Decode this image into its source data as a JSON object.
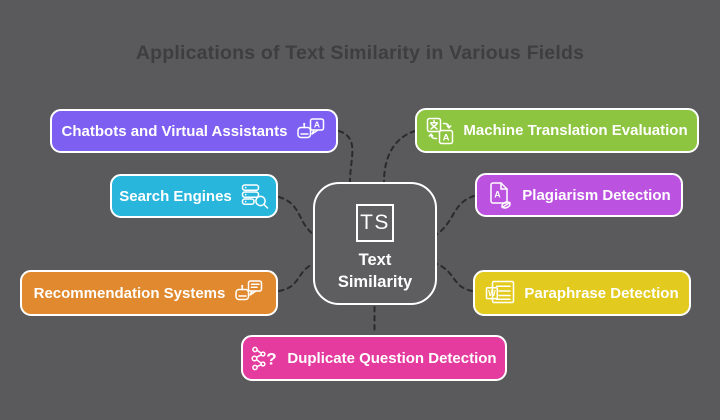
{
  "title": "Applications of Text Similarity in Various Fields",
  "center_node": {
    "badge": "TS",
    "label_line1": "Text",
    "label_line2": "Similarity"
  },
  "nodes": [
    {
      "id": "chatbots",
      "label": "Chatbots and Virtual Assistants",
      "color": "#7d5ff2",
      "icon": "chatbot-icon",
      "icon_side": "right"
    },
    {
      "id": "search-engines",
      "label": "Search Engines",
      "color": "#29b6dd",
      "icon": "database-search-icon",
      "icon_side": "right"
    },
    {
      "id": "recommendation-systems",
      "label": "Recommendation Systems",
      "color": "#e0892e",
      "icon": "robot-chat-icon",
      "icon_side": "right"
    },
    {
      "id": "duplicate-question-detection",
      "label": "Duplicate Question Detection",
      "color": "#e53b9f",
      "icon": "network-question-icon",
      "icon_side": "left"
    },
    {
      "id": "machine-translation-evaluation",
      "label": "Machine Translation Evaluation",
      "color": "#8dc440",
      "icon": "translate-icon",
      "icon_side": "left"
    },
    {
      "id": "plagiarism-detection",
      "label": "Plagiarism Detection",
      "color": "#bc52e0",
      "icon": "plagiarism-document-icon",
      "icon_side": "left"
    },
    {
      "id": "paraphrase-detection",
      "label": "Paraphrase Detection",
      "color": "#e2ca1e",
      "icon": "word-document-icon",
      "icon_side": "left"
    }
  ],
  "colors": {
    "background": "#5a5a5c",
    "title": "#3e3e40",
    "connector": "#2b2b2d",
    "node_border": "#ffffff"
  }
}
